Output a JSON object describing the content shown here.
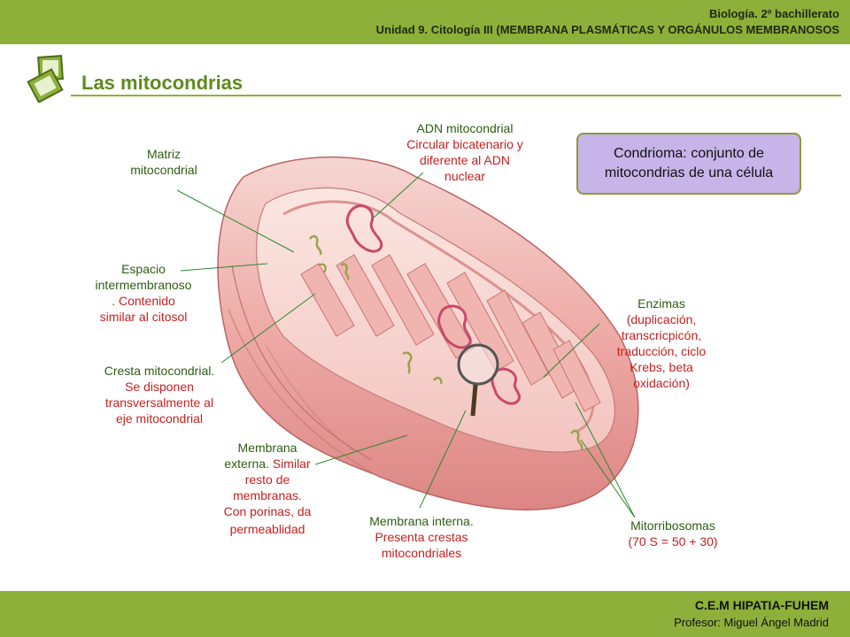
{
  "header": {
    "course": "Biología. 2º bachillerato",
    "unit": "Unidad 9. Citología III (MEMBRANA PLASMÁTICAS Y ORGÁNULOS MEMBRANOSOS"
  },
  "slide": {
    "title": "Las mitocondrias"
  },
  "labels": {
    "matriz_a": "Matriz",
    "matriz_b": "mitocondrial",
    "espacio_a": "Espacio",
    "espacio_b": "intermembranoso",
    "espacio_c": ". Contenido",
    "espacio_d": "similar al citosol",
    "cresta_a": "Cresta mitocondrial.",
    "cresta_b": "Se disponen",
    "cresta_c": "transversalmente al",
    "cresta_d": "eje mitocondrial",
    "adn_a": "ADN mitocondrial",
    "adn_b": "Circular bicatenario y",
    "adn_c": "diferente al ADN",
    "adn_d": "nuclear",
    "externa_a": "Membrana",
    "externa_b": "externa.",
    "externa_c": "Similar",
    "externa_d": "resto de",
    "externa_e": "membranas.",
    "externa_f": "Con porinas, da",
    "externa_g": "permeablidad",
    "interna_a": "Membrana interna.",
    "interna_b": "Presenta crestas",
    "interna_c": "mitocondriales",
    "enzimas_a": "Enzimas",
    "enzimas_b": "(duplicación,",
    "enzimas_c": "transcricpicón,",
    "enzimas_d": "traducción, ciclo",
    "enzimas_e": "Krebs, beta",
    "enzimas_f": "oxidación)",
    "ribo_a": "Mitorribosomas",
    "ribo_b": "(70  S = 50 + 30)"
  },
  "info_box": {
    "line1": "Condrioma: conjunto de",
    "line2": "mitocondrias de una célula"
  },
  "footer": {
    "school": "C.E.M HIPATIA-FUHEM",
    "teacher": "Profesor: Miguel Ángel Madrid"
  },
  "colors": {
    "bar_green": "#8db03a",
    "label_green": "#2e5c12",
    "label_red": "#c8201e",
    "box_fill": "#c7b4e8"
  }
}
